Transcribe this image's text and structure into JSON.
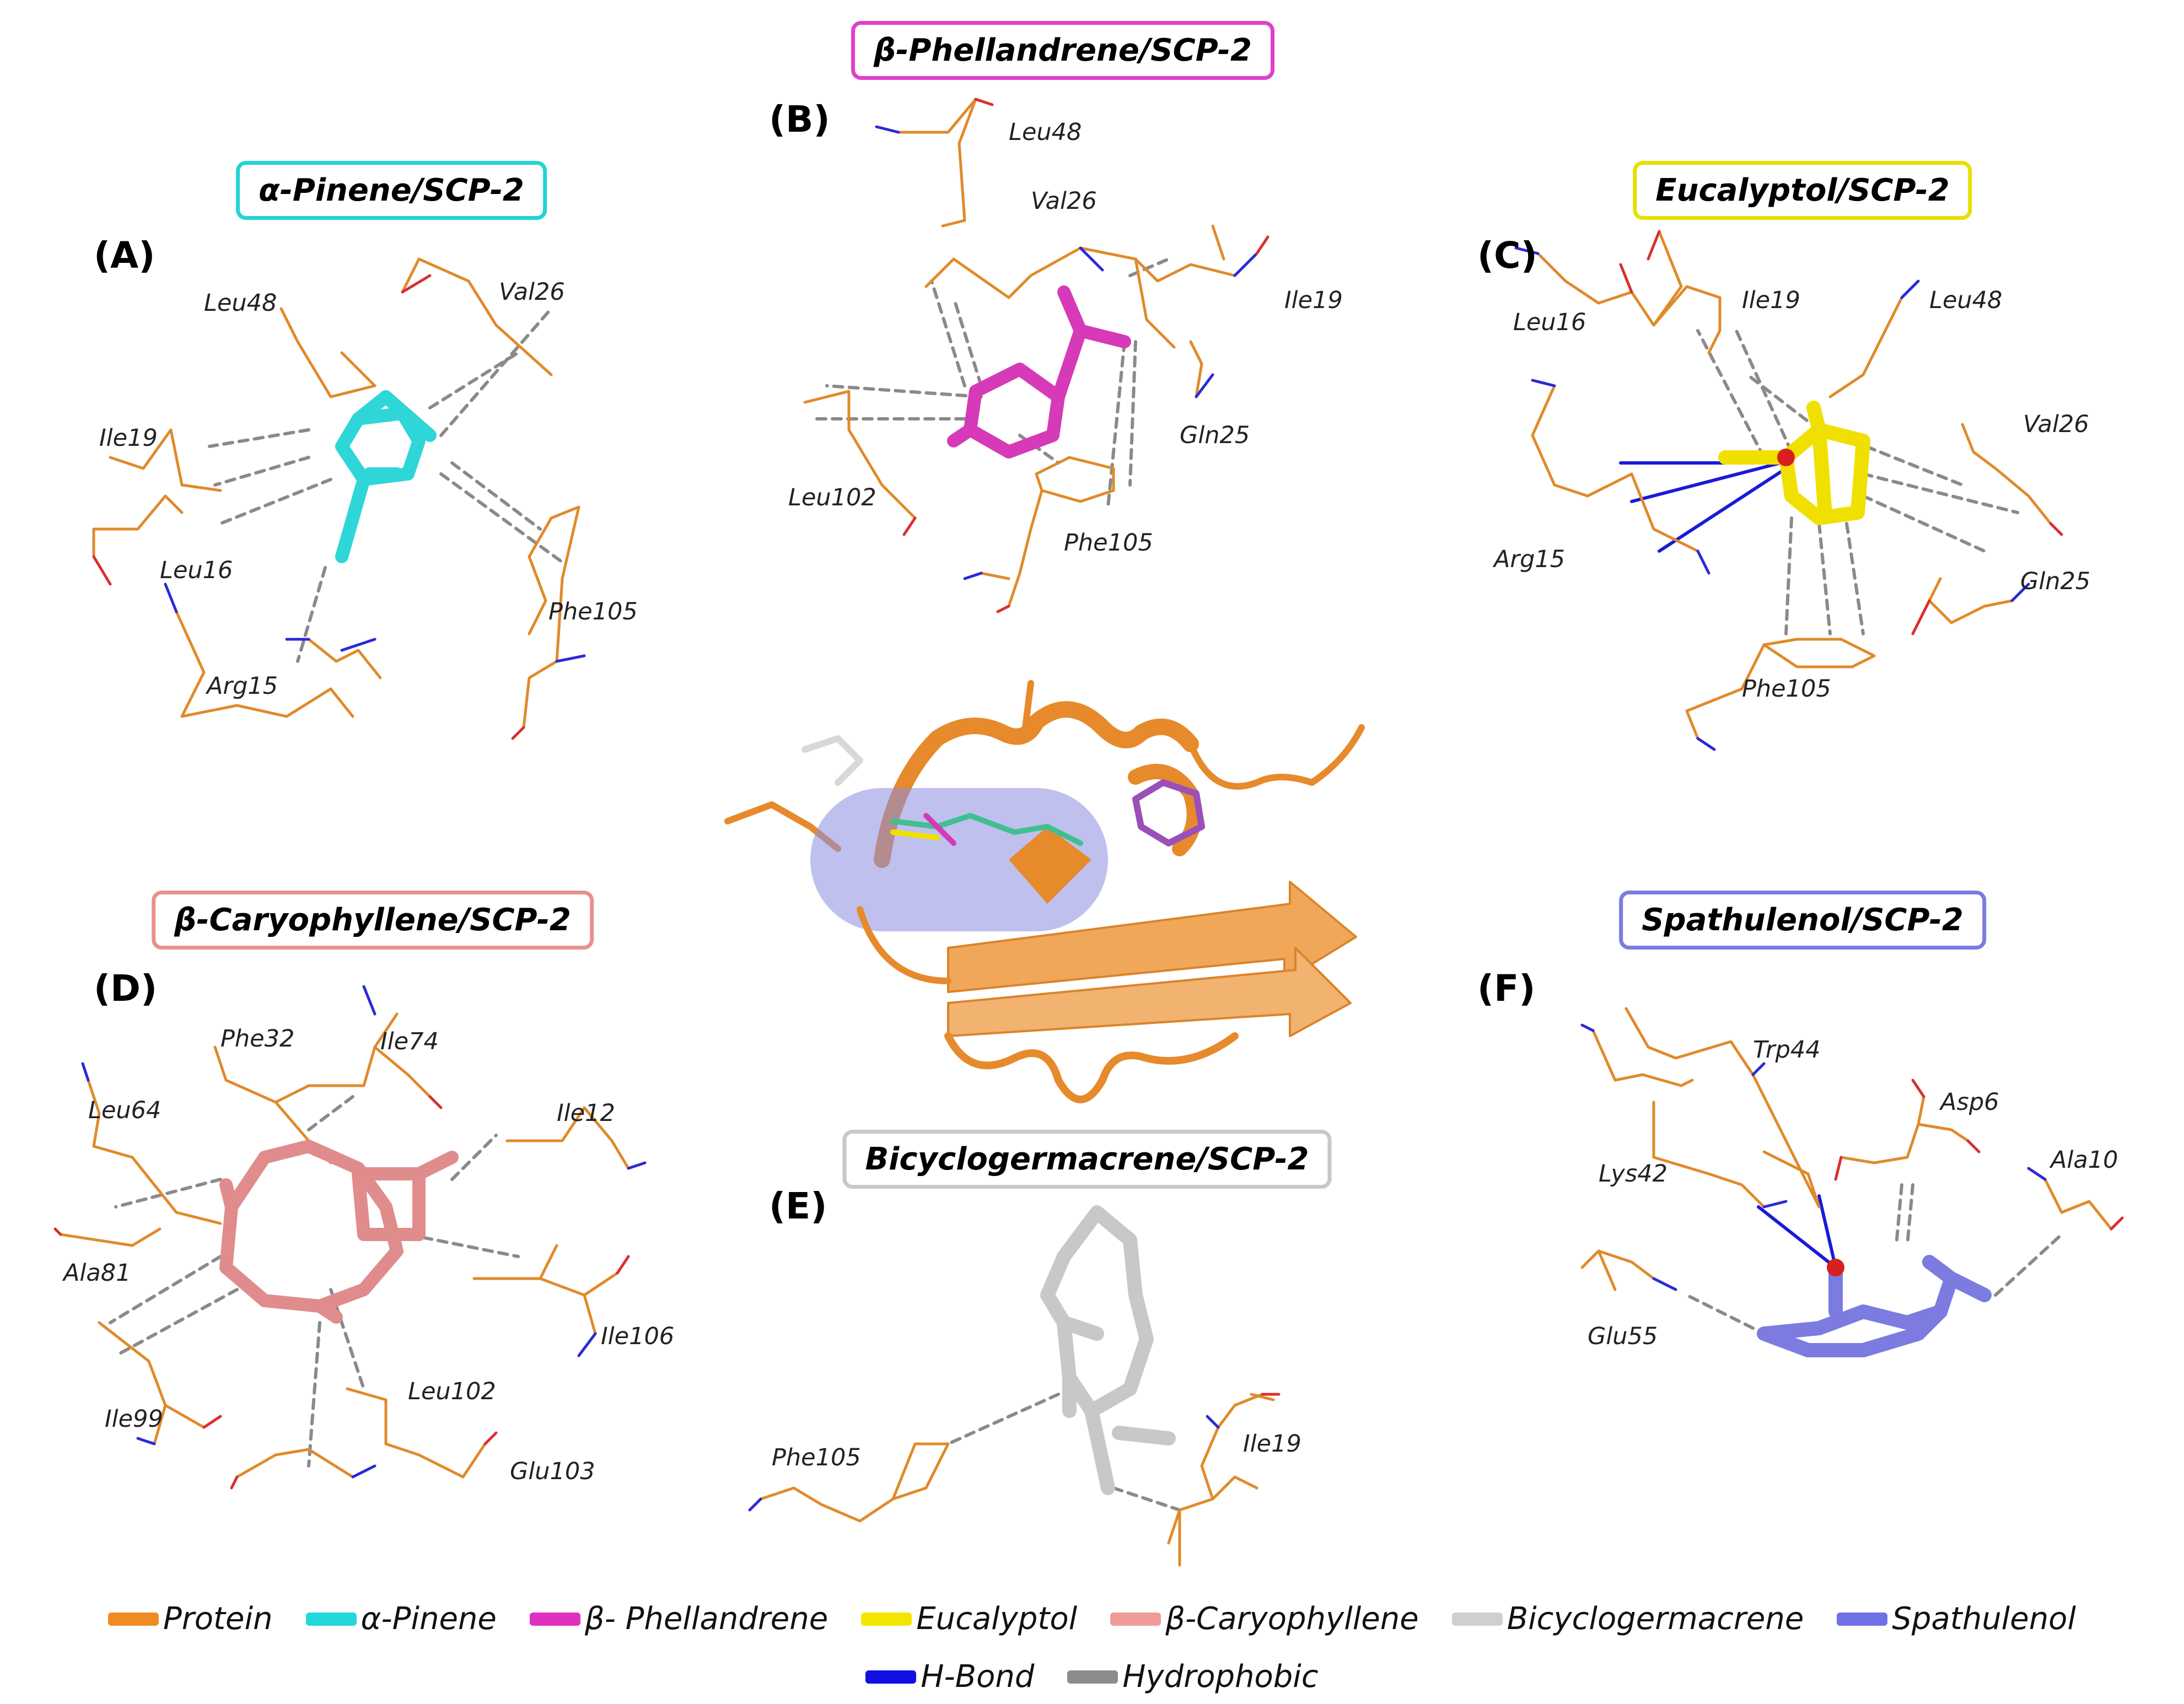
{
  "panels": {
    "A": {
      "letter": "(A)",
      "title": "α-Pinene/SCP-2",
      "border": "#22d3d6",
      "residues": [
        "Leu48",
        "Val26",
        "Ile19",
        "Leu16",
        "Phe105",
        "Arg15"
      ]
    },
    "B": {
      "letter": "(B)",
      "title": "β-Phellandrene/SCP-2",
      "border": "#e040c8",
      "residues": [
        "Leu48",
        "Val26",
        "Ile19",
        "Gln25",
        "Leu102",
        "Phe105"
      ]
    },
    "C": {
      "letter": "(C)",
      "title": "Eucalyptol/SCP-2",
      "border": "#e6e000",
      "residues": [
        "Leu16",
        "Ile19",
        "Leu48",
        "Val26",
        "Arg15",
        "Gln25",
        "Phe105"
      ]
    },
    "D": {
      "letter": "(D)",
      "title": "β-Caryophyllene/SCP-2",
      "border": "#e89090",
      "residues": [
        "Phe32",
        "Ile74",
        "Leu64",
        "Ile12",
        "Ala81",
        "Ile106",
        "Leu102",
        "Ile99",
        "Glu103"
      ]
    },
    "E": {
      "letter": "(E)",
      "title": "Bicyclogermacrene/SCP-2",
      "border": "#c8c8c8",
      "residues": [
        "Phe105",
        "Ile19"
      ]
    },
    "F": {
      "letter": "(F)",
      "title": "Spathulenol/SCP-2",
      "border": "#7b7be0",
      "residues": [
        "Trp44",
        "Asp6",
        "Ala10",
        "Lys42",
        "Glu55"
      ]
    }
  },
  "colors": {
    "protein": "#e8892b",
    "a_pinene": "#2fd6d8",
    "b_phellandrene": "#d63ab8",
    "eucalyptol": "#f0e000",
    "b_caryophyllene": "#e08c8c",
    "bicyclogermacrene": "#c8c8c8",
    "spathulenol": "#7b7be0",
    "h_bond": "#1a1ad8",
    "hydrophobic": "#8a8a8a"
  },
  "legend": {
    "row1": [
      {
        "label": "Protein",
        "color": "#f08a24"
      },
      {
        "label": "α-Pinene",
        "color": "#22d8dc"
      },
      {
        "label": "β- Phellandrene",
        "color": "#e030c0"
      },
      {
        "label": "Eucalyptol",
        "color": "#f2e600"
      },
      {
        "label": "β-Caryophyllene",
        "color": "#f09a9a"
      },
      {
        "label": "Bicyclogermacrene",
        "color": "#cfcfcf"
      },
      {
        "label": "Spathulenol",
        "color": "#7070e8"
      }
    ],
    "row2": [
      {
        "label": "H-Bond",
        "color": "#1010e0"
      },
      {
        "label": "Hydrophobic",
        "color": "#8c8c8c"
      }
    ]
  }
}
